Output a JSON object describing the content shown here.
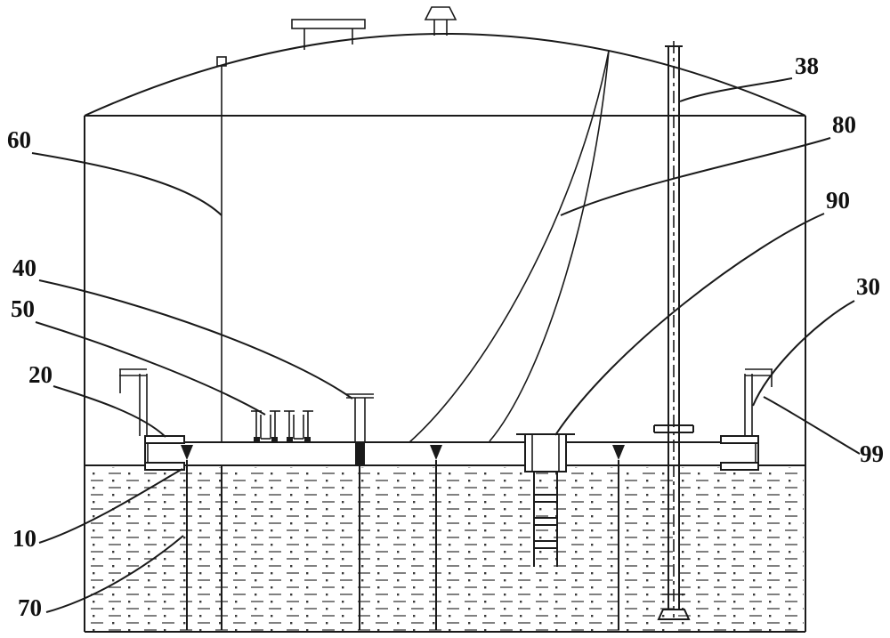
{
  "figure": {
    "background": "#ffffff",
    "line_color": "#1a1a1a",
    "labels": {
      "n10": "10",
      "n20": "20",
      "n30": "30",
      "n38": "38",
      "n40": "40",
      "n50": "50",
      "n60": "60",
      "n70": "70",
      "n80": "80",
      "n90": "90",
      "n99": "99"
    }
  }
}
